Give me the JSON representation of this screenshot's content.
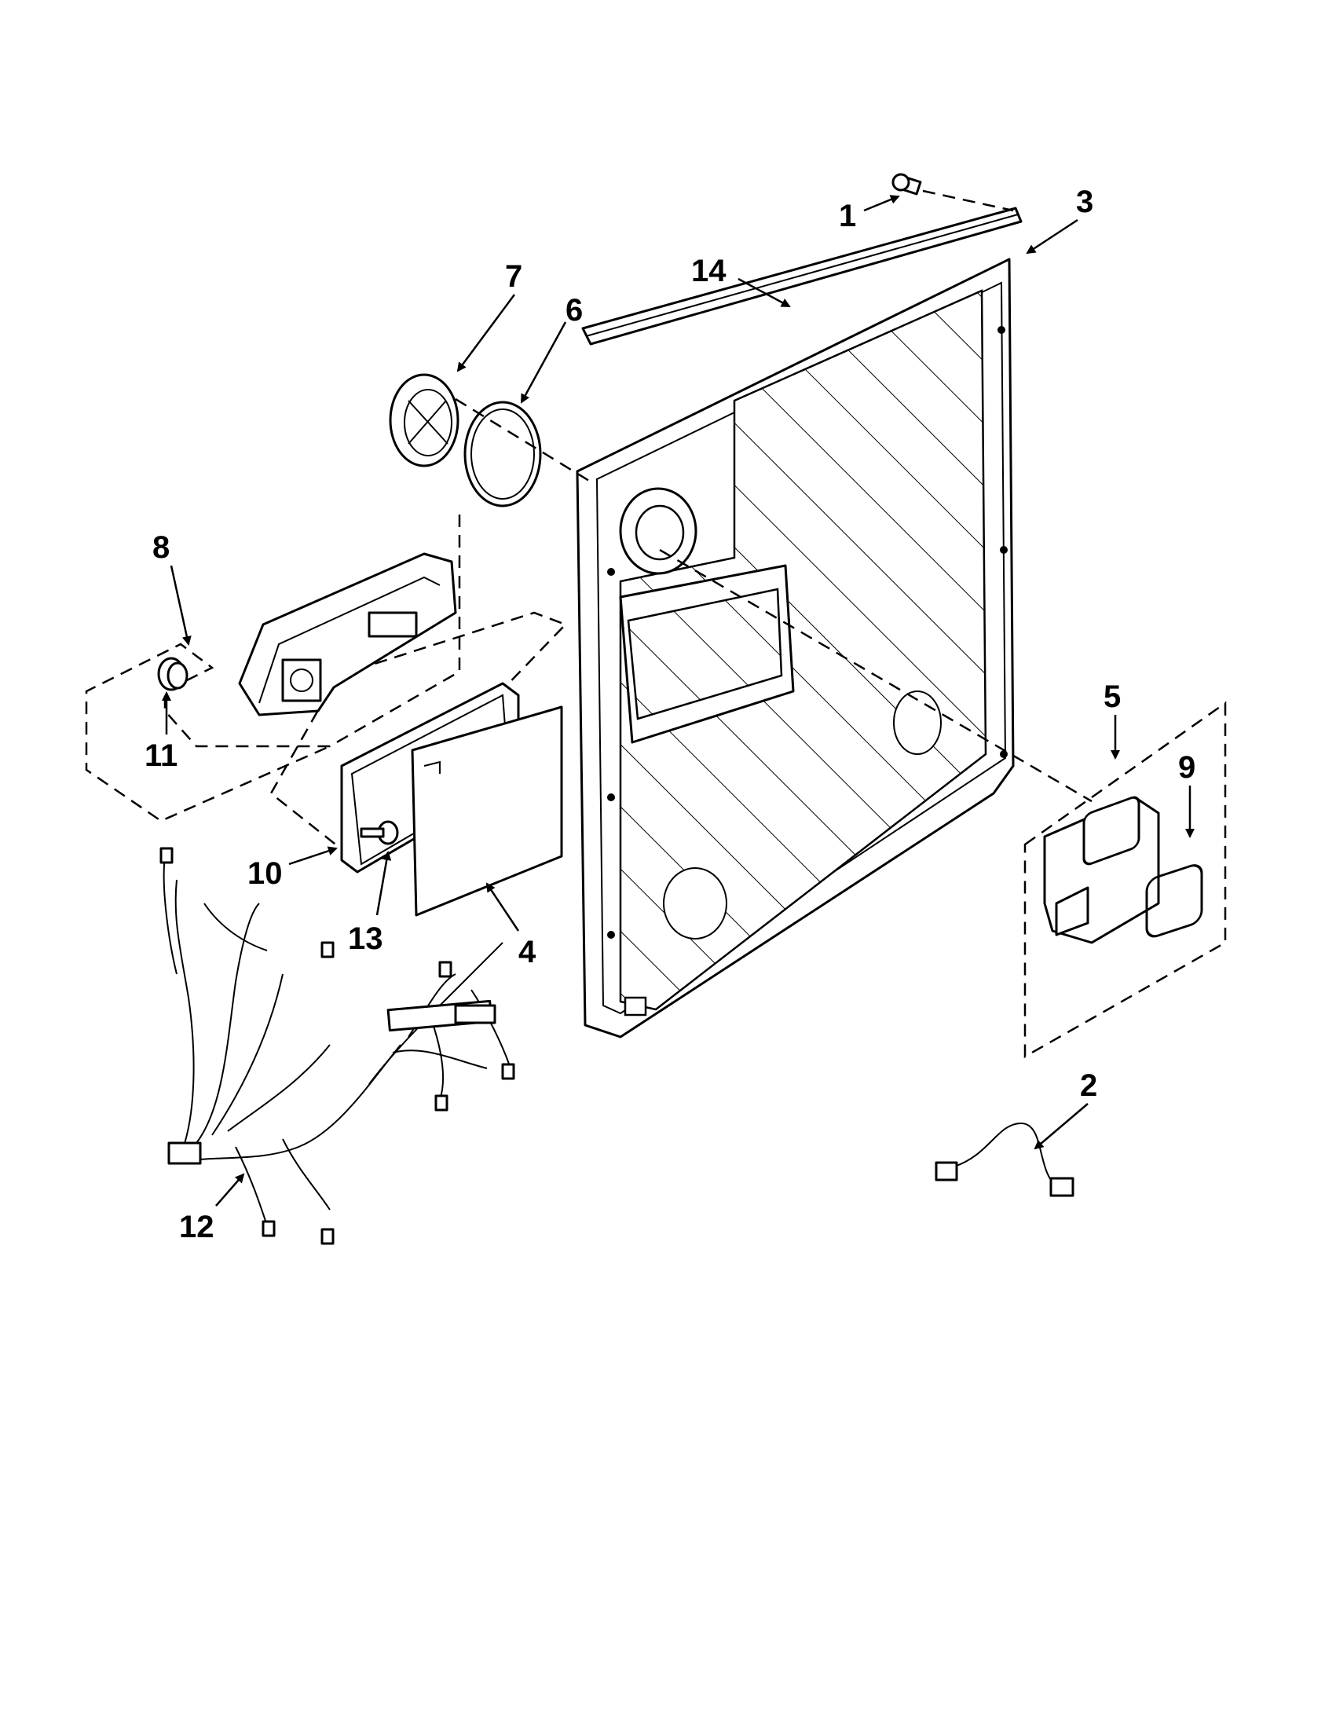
{
  "diagram": {
    "callouts": [
      {
        "id": "1",
        "label": "1"
      },
      {
        "id": "2",
        "label": "2"
      },
      {
        "id": "3",
        "label": "3"
      },
      {
        "id": "4",
        "label": "4"
      },
      {
        "id": "5",
        "label": "5"
      },
      {
        "id": "6",
        "label": "6"
      },
      {
        "id": "7",
        "label": "7"
      },
      {
        "id": "8",
        "label": "8"
      },
      {
        "id": "9",
        "label": "9"
      },
      {
        "id": "10",
        "label": "10"
      },
      {
        "id": "11",
        "label": "11"
      },
      {
        "id": "12",
        "label": "12"
      },
      {
        "id": "13",
        "label": "13"
      },
      {
        "id": "14",
        "label": "14"
      }
    ],
    "icons": {
      "screw": "screw-icon",
      "door_panel": "inner-door-panel-icon",
      "vent": "vent-icon",
      "gasket": "gasket-ring-icon",
      "dispenser": "dispenser-icon",
      "cover": "cover-plate-icon",
      "harness": "wire-harness-icon",
      "cable": "jumper-cable-icon",
      "latch": "latch-assembly-icon"
    }
  }
}
